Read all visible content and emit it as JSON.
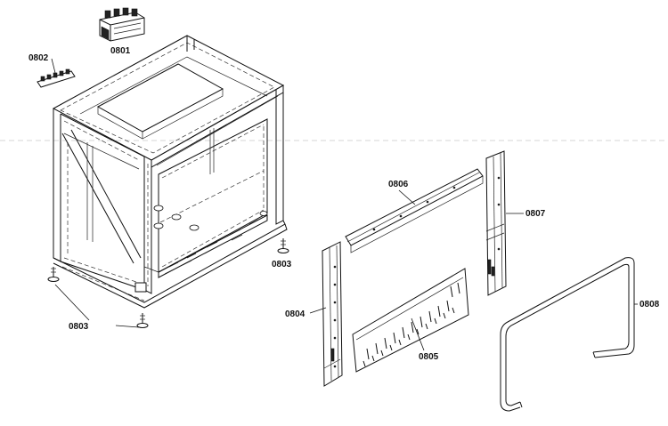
{
  "parts": {
    "p0801": "0801",
    "p0802": "0802",
    "p0803": "0803",
    "p0804": "0804",
    "p0805": "0805",
    "p0806": "0806",
    "p0807": "0807",
    "p0808": "0808"
  }
}
